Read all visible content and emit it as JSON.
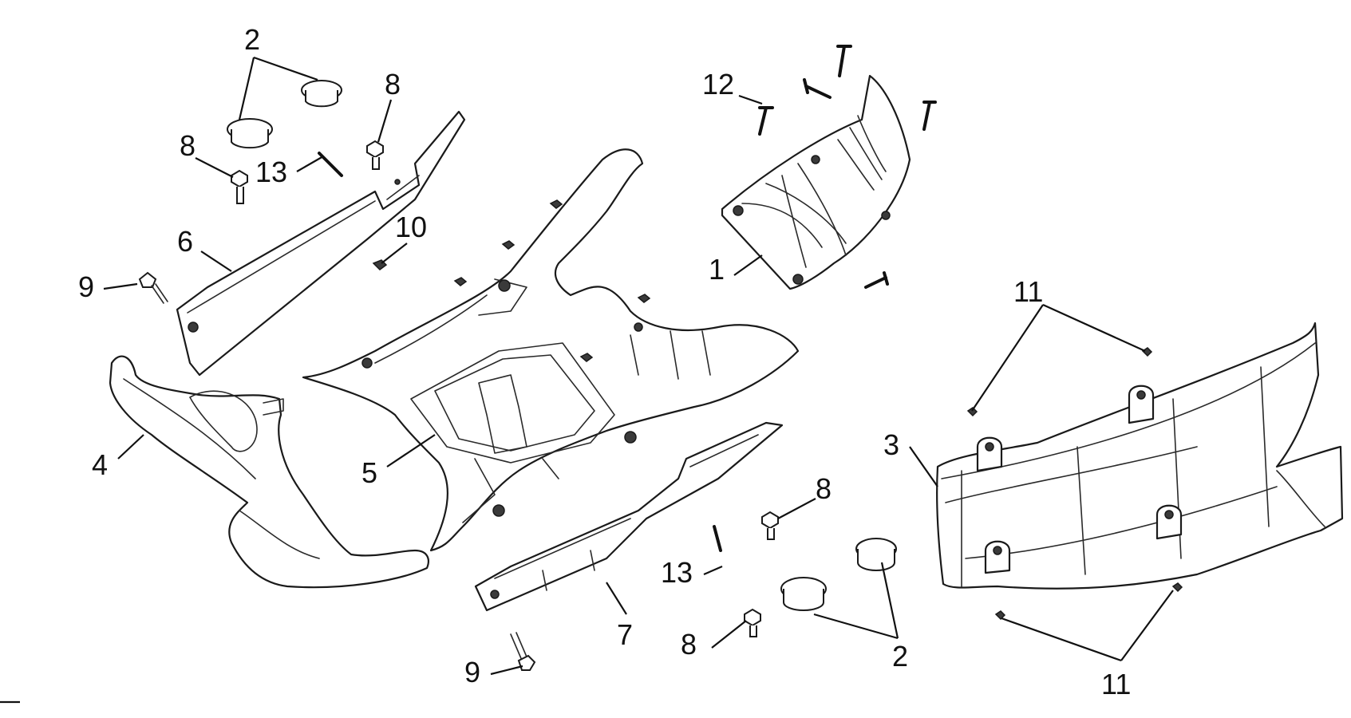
{
  "diagram": {
    "callouts": [
      {
        "id": "c1",
        "label": "1"
      },
      {
        "id": "c2a",
        "label": "2"
      },
      {
        "id": "c2b",
        "label": "2"
      },
      {
        "id": "c3",
        "label": "3"
      },
      {
        "id": "c4",
        "label": "4"
      },
      {
        "id": "c5",
        "label": "5"
      },
      {
        "id": "c6",
        "label": "6"
      },
      {
        "id": "c7",
        "label": "7"
      },
      {
        "id": "c8a",
        "label": "8"
      },
      {
        "id": "c8b",
        "label": "8"
      },
      {
        "id": "c8c",
        "label": "8"
      },
      {
        "id": "c8d",
        "label": "8"
      },
      {
        "id": "c9a",
        "label": "9"
      },
      {
        "id": "c9b",
        "label": "9"
      },
      {
        "id": "c10",
        "label": "10"
      },
      {
        "id": "c11a",
        "label": "11"
      },
      {
        "id": "c11b",
        "label": "11"
      },
      {
        "id": "c12",
        "label": "12"
      },
      {
        "id": "c13a",
        "label": "13"
      },
      {
        "id": "c13b",
        "label": "13"
      }
    ]
  }
}
